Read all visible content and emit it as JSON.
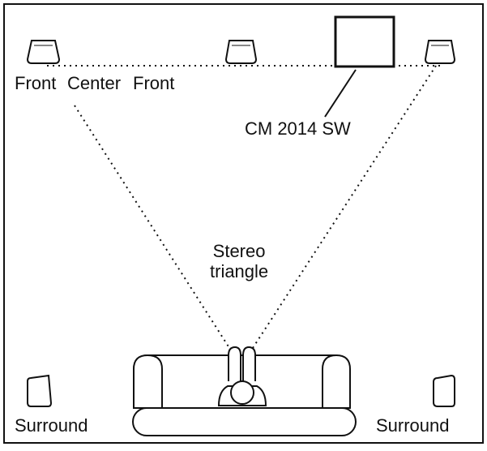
{
  "labels": {
    "front_left": "Front",
    "center": "Center",
    "front_right": "Front",
    "subwoofer": "CM 2014 SW",
    "stereo_line1": "Stereo",
    "stereo_line2": "triangle",
    "surround_left": "Surround",
    "surround_right": "Surround"
  },
  "colors": {
    "line": "#111111",
    "background": "#ffffff"
  }
}
